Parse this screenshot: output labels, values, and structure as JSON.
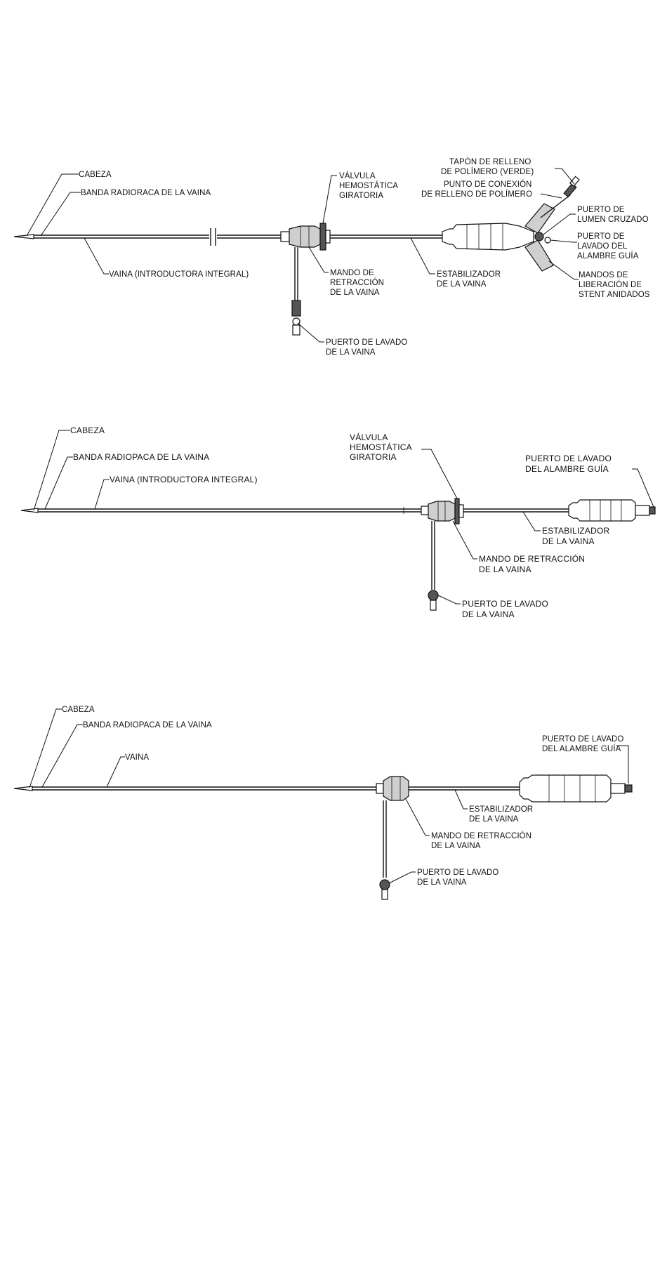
{
  "diagrams": [
    {
      "labels": {
        "cabeza": "CABEZA",
        "banda": "BANDA RADIORACA DE LA VAINA",
        "vaina": "VAINA (INTRODUCTORA INTEGRAL)",
        "valvula": [
          "VÁLVULA",
          "HEMOSTÁTICA",
          "GIRATORIA"
        ],
        "mando": [
          "MANDO DE",
          "RETRACCIÓN",
          "DE LA VAINA"
        ],
        "puerto_lavado_vaina": [
          "PUERTO DE LAVADO",
          "DE LA VAINA"
        ],
        "estabilizador": [
          "ESTABILIZADOR",
          "DE LA VAINA"
        ],
        "tapon": [
          "TAPÓN DE RELLENO",
          "DE POLÍMERO (VERDE)"
        ],
        "punto_conexion": [
          "PUNTO DE CONEXIÓN",
          "DE RELLENO DE POLÍMERO"
        ],
        "puerto_lumen": [
          "PUERTO DE",
          "LUMEN CRUZADO"
        ],
        "puerto_lavado_alambre": [
          "PUERTO DE",
          "LAVADO DEL",
          "ALAMBRE GUÍA"
        ],
        "mandos_liberacion": [
          "MANDOS DE",
          "LIBERACIÓN DE",
          "STENT ANIDADOS"
        ]
      }
    },
    {
      "labels": {
        "cabeza": "CABEZA",
        "banda": "BANDA RADIOPACA DE LA VAINA",
        "vaina": "VAINA (INTRODUCTORA INTEGRAL)",
        "valvula": [
          "VÁLVULA",
          "HEMOSTÁTICA",
          "GIRATORIA"
        ],
        "puerto_lavado_alambre": [
          "PUERTO DE LAVADO",
          "DEL ALAMBRE GUÍA"
        ],
        "estabilizador": [
          "ESTABILIZADOR",
          "DE LA VAINA"
        ],
        "mando": [
          "MANDO DE RETRACCIÓN",
          "DE LA VAINA"
        ],
        "puerto_lavado_vaina": [
          "PUERTO DE LAVADO",
          "DE LA VAINA"
        ]
      }
    },
    {
      "labels": {
        "cabeza": "CABEZA",
        "banda": "BANDA RADIOPACA DE LA VAINA",
        "vaina": "VAINA",
        "puerto_lavado_alambre": [
          "PUERTO DE LAVADO",
          "DEL ALAMBRE GUÍA"
        ],
        "estabilizador": [
          "ESTABILIZADOR",
          "DE LA VAINA"
        ],
        "mando": [
          "MANDO DE RETRACCIÓN",
          "DE LA VAINA"
        ],
        "puerto_lavado_vaina": [
          "PUERTO DE LAVADO",
          "DE LA VAINA"
        ]
      }
    }
  ]
}
